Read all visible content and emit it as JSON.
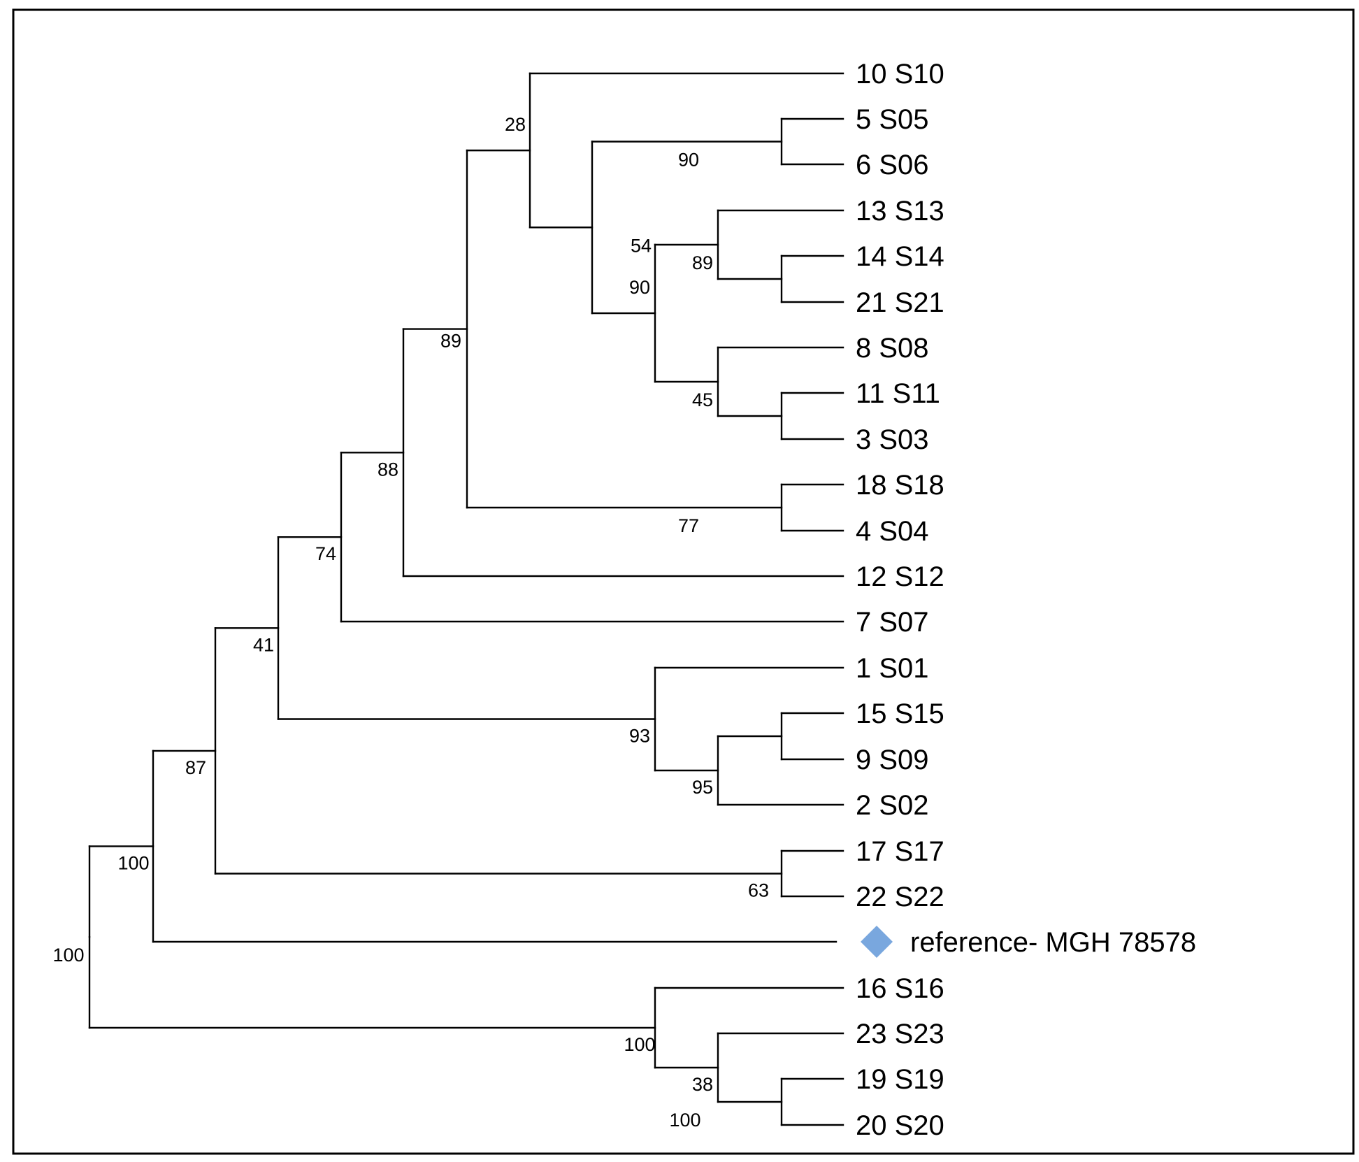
{
  "tree": {
    "marker_color": "#79A7DE",
    "marker_shape": "diamond",
    "leaves": [
      {
        "id": "L10",
        "label": "10 S10"
      },
      {
        "id": "L5",
        "label": "5 S05"
      },
      {
        "id": "L6",
        "label": "6 S06"
      },
      {
        "id": "L13",
        "label": "13 S13"
      },
      {
        "id": "L14",
        "label": "14 S14"
      },
      {
        "id": "L21",
        "label": "21 S21"
      },
      {
        "id": "L8",
        "label": "8 S08"
      },
      {
        "id": "L11",
        "label": "11 S11"
      },
      {
        "id": "L3",
        "label": "3 S03"
      },
      {
        "id": "L18",
        "label": "18 S18"
      },
      {
        "id": "L4",
        "label": "4 S04"
      },
      {
        "id": "L12",
        "label": "12 S12"
      },
      {
        "id": "L7",
        "label": "7 S07"
      },
      {
        "id": "L1",
        "label": "1 S01"
      },
      {
        "id": "L15",
        "label": "15 S15"
      },
      {
        "id": "L9",
        "label": "9 S09"
      },
      {
        "id": "L2",
        "label": "2 S02"
      },
      {
        "id": "L17",
        "label": "17 S17"
      },
      {
        "id": "L22",
        "label": "22 S22"
      },
      {
        "id": "REF",
        "label": "reference- MGH 78578",
        "marker": true
      },
      {
        "id": "L16",
        "label": "16 S16"
      },
      {
        "id": "L23",
        "label": "23 S23"
      },
      {
        "id": "L19",
        "label": "19 S19"
      },
      {
        "id": "L20",
        "label": "20 S20"
      }
    ],
    "nodes": [
      {
        "id": "n5_6",
        "children": [
          "L5",
          "L6"
        ],
        "support": "90"
      },
      {
        "id": "n14_21",
        "children": [
          "L14",
          "L21"
        ],
        "support": null
      },
      {
        "id": "n13",
        "children": [
          "L13",
          "n14_21"
        ],
        "support": "89"
      },
      {
        "id": "n11_3",
        "children": [
          "L11",
          "L3"
        ],
        "support": null
      },
      {
        "id": "n8",
        "children": [
          "L8",
          "n11_3"
        ],
        "support": "45"
      },
      {
        "id": "n13_8",
        "children": [
          "n13",
          "n8"
        ],
        "support": "90"
      },
      {
        "id": "n_mid",
        "children": [
          "n5_6",
          "n13_8"
        ],
        "support": "54"
      },
      {
        "id": "n10",
        "children": [
          "L10",
          "n_mid"
        ],
        "support": "28"
      },
      {
        "id": "n18_4",
        "children": [
          "L18",
          "L4"
        ],
        "support": "77"
      },
      {
        "id": "n_up",
        "children": [
          "n10",
          "n18_4"
        ],
        "support": "89"
      },
      {
        "id": "n12",
        "children": [
          "n_up",
          "L12"
        ],
        "support": "88"
      },
      {
        "id": "n7",
        "children": [
          "n12",
          "L7"
        ],
        "support": "74"
      },
      {
        "id": "n15_9",
        "children": [
          "L15",
          "L9"
        ],
        "support": null
      },
      {
        "id": "n2",
        "children": [
          "n15_9",
          "L2"
        ],
        "support": "95"
      },
      {
        "id": "n1",
        "children": [
          "L1",
          "n2"
        ],
        "support": "93"
      },
      {
        "id": "n_a",
        "children": [
          "n7",
          "n1"
        ],
        "support": "41"
      },
      {
        "id": "n17_22",
        "children": [
          "L17",
          "L22"
        ],
        "support": "63"
      },
      {
        "id": "n_b",
        "children": [
          "n_a",
          "n17_22"
        ],
        "support": "87"
      },
      {
        "id": "n_c",
        "children": [
          "n_b",
          "REF"
        ],
        "support": "100"
      },
      {
        "id": "n19_20",
        "children": [
          "L19",
          "L20"
        ],
        "support": "100"
      },
      {
        "id": "n23",
        "children": [
          "L23",
          "n19_20"
        ],
        "support": "38"
      },
      {
        "id": "n16",
        "children": [
          "L16",
          "n23"
        ],
        "support": "100"
      },
      {
        "id": "root",
        "children": [
          "n_c",
          "n16"
        ],
        "support": "100"
      }
    ]
  }
}
